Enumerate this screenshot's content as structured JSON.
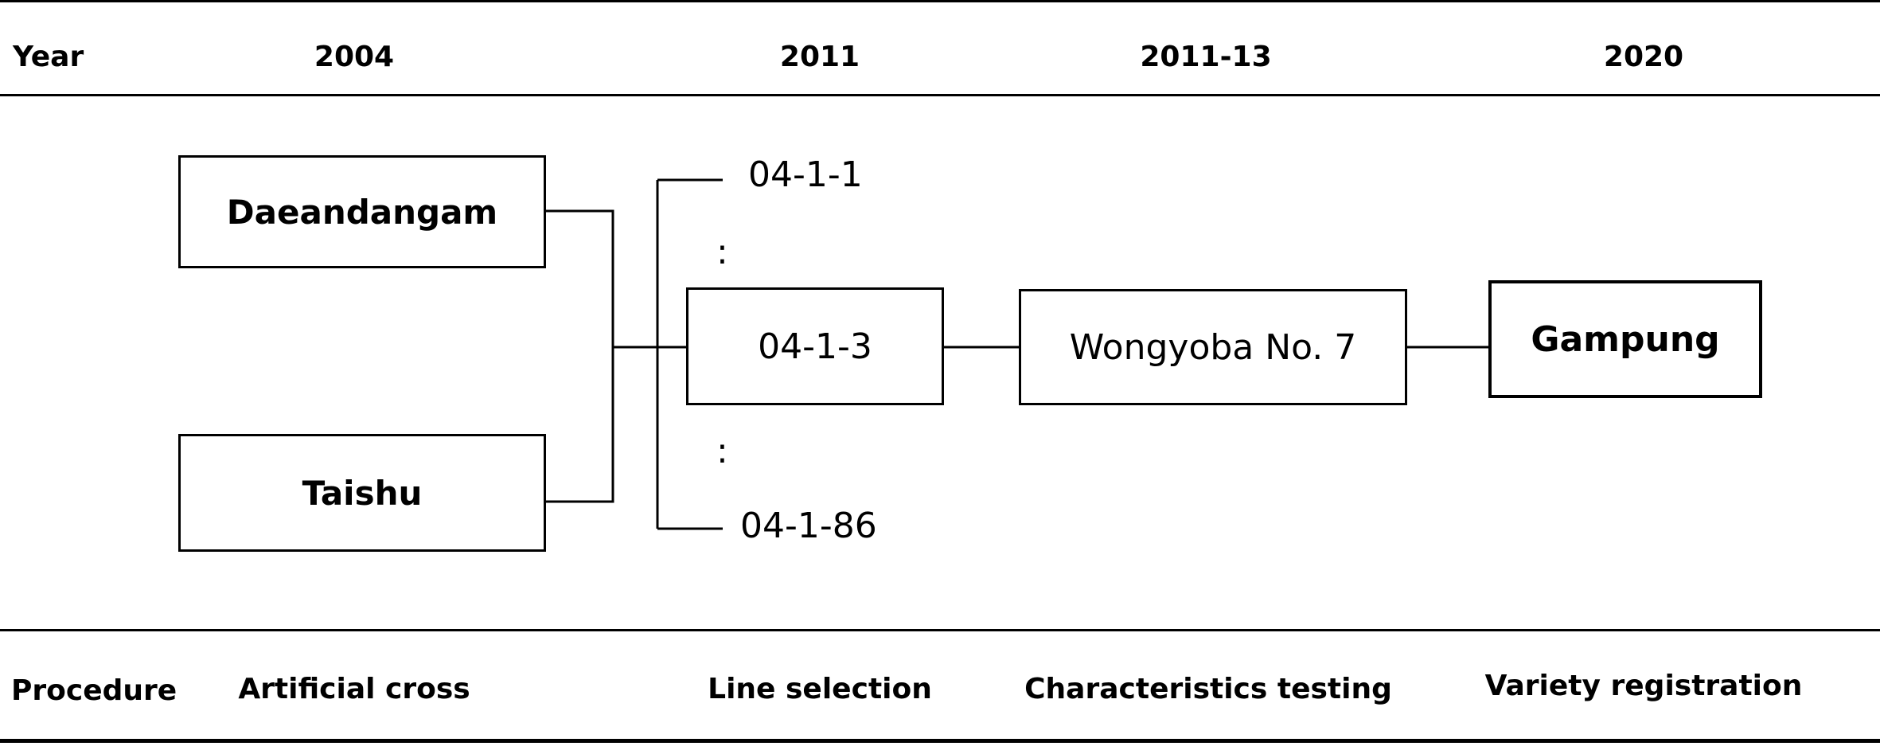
{
  "header": {
    "row_label": "Year",
    "years": [
      "2004",
      "2011",
      "2011-13",
      "2020"
    ]
  },
  "footer": {
    "row_label": "Procedure",
    "steps": [
      "Artificial cross",
      "Line selection",
      "Characteristics testing",
      "Variety registration"
    ]
  },
  "parents": {
    "mother": "Daeandangam",
    "father": "Taishu"
  },
  "lines": {
    "first": "04-1-1",
    "ellipsis_upper": ":",
    "selected": "04-1-3",
    "ellipsis_lower": ":",
    "last": "04-1-86"
  },
  "test_name": "Wongyoba No. 7",
  "variety": "Gampung"
}
